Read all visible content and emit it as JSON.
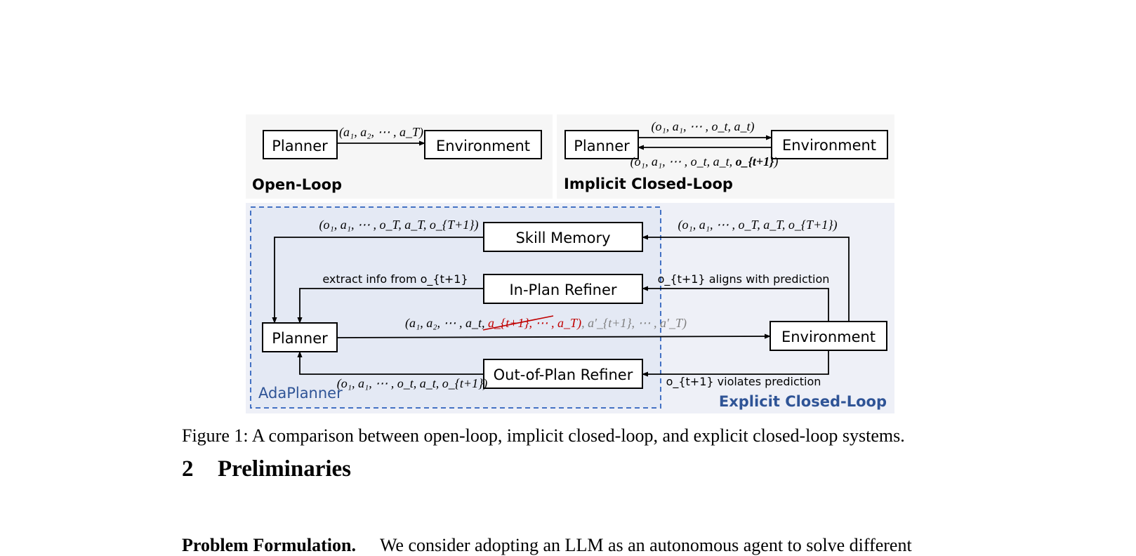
{
  "figure": {
    "open_loop": {
      "title": "Open-Loop",
      "planner": "Planner",
      "environment": "Environment",
      "edge": "(a₁, a₂, ⋯ , a_T)"
    },
    "implicit": {
      "title": "Implicit Closed-Loop",
      "planner": "Planner",
      "environment": "Environment",
      "edge_top": "(o₁, a₁, ⋯ , o_t, a_t)",
      "edge_bottom_prefix": "(o₁, a₁, ⋯ , o_t, a_t, ",
      "edge_bottom_bold": "o_{t+1}",
      "edge_bottom_suffix": ")"
    },
    "explicit": {
      "title": "Explicit Closed-Loop",
      "adaplanner_label": "AdaPlanner",
      "skill_memory": "Skill Memory",
      "in_plan_refiner": "In-Plan Refiner",
      "out_of_plan_refiner": "Out-of-Plan Refiner",
      "planner": "Planner",
      "environment": "Environment",
      "label_skill_left": "(o₁, a₁, ⋯ , o_T, a_T, o_{T+1})",
      "label_skill_right": "(o₁, a₁, ⋯ , o_T, a_T, o_{T+1})",
      "label_extract": "extract info from o_{t+1}",
      "label_aligns": "o_{t+1} aligns with prediction",
      "label_plan_kept": "(a₁, a₂, ⋯ , a_t, ",
      "label_plan_struck": "a_{t+1}, ⋯ , a_T)",
      "label_plan_new": ", a′_{t+1}, ⋯ , a′_T)",
      "label_out_left": "(o₁, a₁, ⋯ , o_t, a_t, o_{t+1})",
      "label_violates": "o_{t+1} violates prediction"
    }
  },
  "caption": {
    "label": "Figure 1:",
    "text": "A comparison between open-loop, implicit closed-loop, and explicit closed-loop systems."
  },
  "section": {
    "number": "2",
    "title": "Preliminaries"
  },
  "paragraph": {
    "lead": "Problem Formulation.",
    "text": "We consider adopting an LLM as an autonomous agent to solve different"
  },
  "colors": {
    "panel_gray": "#f6f6f6",
    "panel_blue": "#eef0f7",
    "ada_region": "#e4e9f4",
    "dashed_blue": "#4472c4",
    "title_blue": "#2f5496",
    "strike_red": "#c00000",
    "gray_text": "#7f7f7f"
  }
}
